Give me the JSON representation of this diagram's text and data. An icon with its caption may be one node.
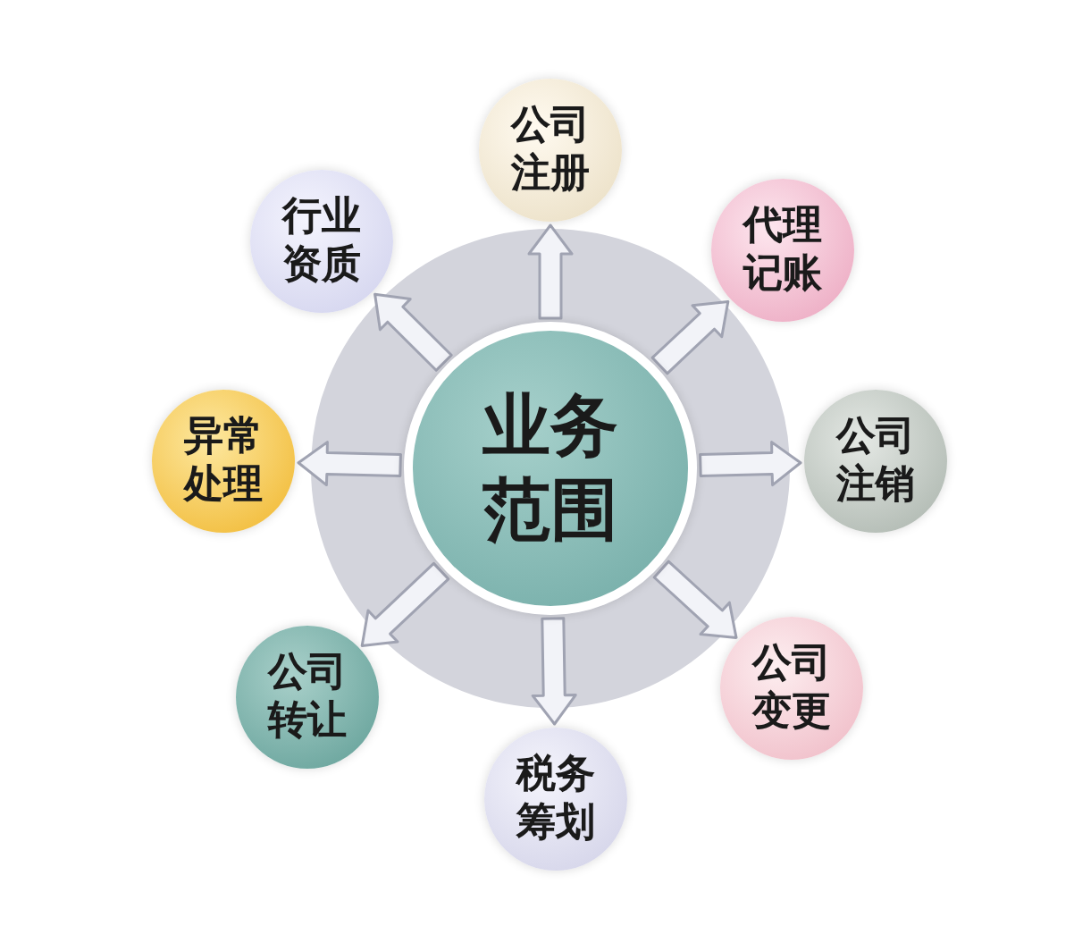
{
  "diagram": {
    "nodes": [
      {
        "text": [
          "业务范围"
        ]
      },
      {
        "text": [
          "公司注册"
        ]
      },
      {
        "text": [
          "代理记账"
        ]
      },
      {
        "text": [
          "公司注销"
        ]
      },
      {
        "text": [
          "公司变更"
        ]
      },
      {
        "text": [
          "税务筹划"
        ]
      },
      {
        "text": [
          "公司转让"
        ]
      },
      {
        "text": [
          "异常处理"
        ]
      },
      {
        "text": [
          "行业资质"
        ]
      }
    ],
    "edges": [
      {
        "from": 0,
        "to": 1,
        "arrow": "to"
      },
      {
        "from": 0,
        "to": 2,
        "arrow": "to"
      },
      {
        "from": 0,
        "to": 3,
        "arrow": "to"
      },
      {
        "from": 0,
        "to": 4,
        "arrow": "to"
      },
      {
        "from": 0,
        "to": 5,
        "arrow": "to"
      },
      {
        "from": 0,
        "to": 6,
        "arrow": "to"
      },
      {
        "from": 0,
        "to": 7,
        "arrow": "to"
      },
      {
        "from": 0,
        "to": 8,
        "arrow": "to"
      }
    ]
  }
}
